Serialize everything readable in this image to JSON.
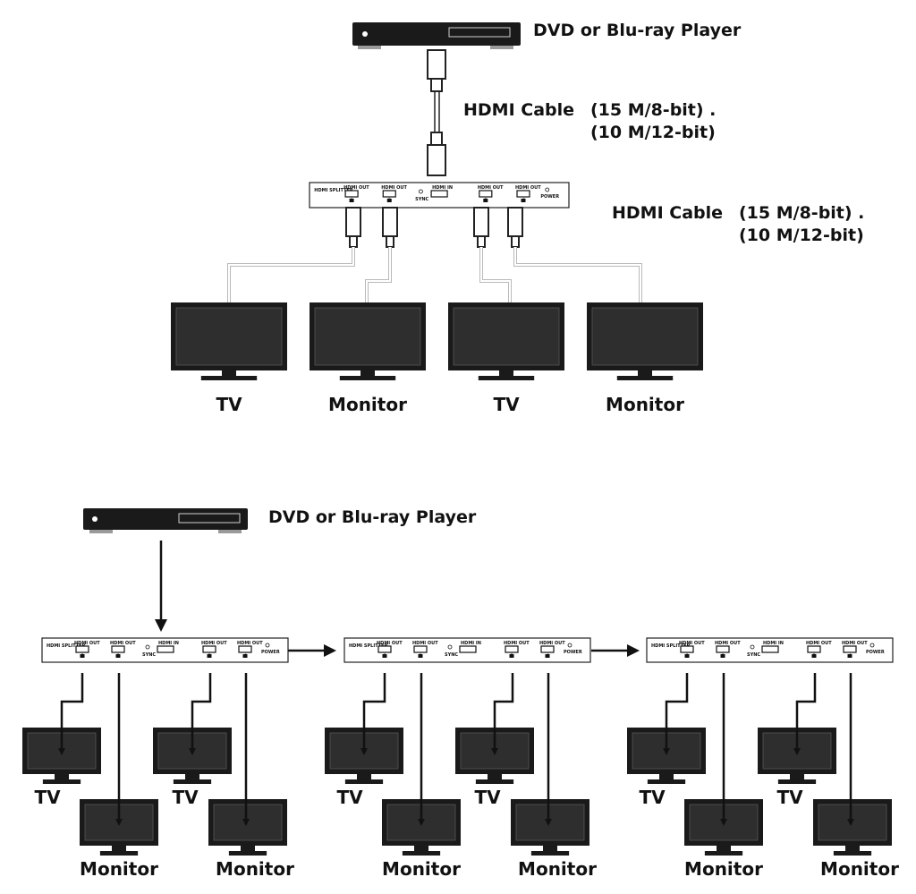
{
  "top": {
    "source_label": "DVD or Blu-ray Player",
    "cable1": {
      "label": "HDMI Cable",
      "spec1": "(15 M/8-bit) .",
      "spec2": "(10 M/12-bit)"
    },
    "cable2": {
      "label": "HDMI Cable",
      "spec1": "(15 M/8-bit) .",
      "spec2": "(10 M/12-bit)"
    },
    "displays": [
      "TV",
      "Monitor",
      "TV",
      "Monitor"
    ]
  },
  "splitter": {
    "brand": "HDMI SPLITTER",
    "out_label": "HDMI OUT",
    "in_label": "HDMI IN",
    "sync_label": "SYNC",
    "power_label": "POWER",
    "port_numbers": [
      "1",
      "2",
      "3",
      "4"
    ]
  },
  "bottom": {
    "source_label": "DVD or Blu-ray Player",
    "tv_label": "TV",
    "monitor_label": "Monitor",
    "chain_count": 3
  },
  "colors": {
    "device": "#1a1a1a",
    "screen": "#2e2e2e",
    "cable": "#bdbdbd",
    "arrow": "#111111"
  }
}
